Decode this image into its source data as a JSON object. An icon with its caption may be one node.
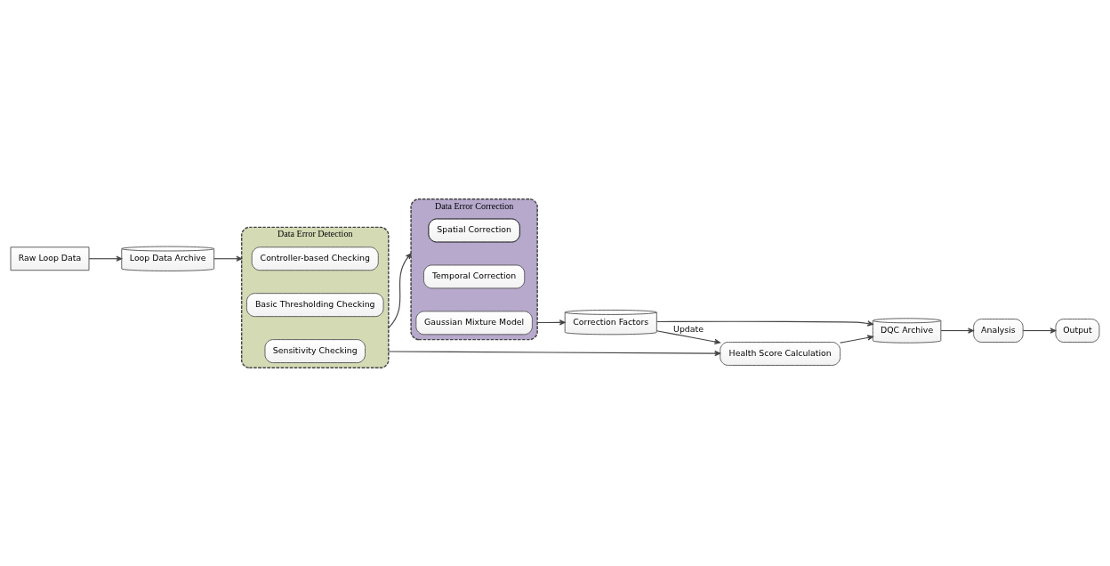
{
  "diagram": {
    "nodes": [
      {
        "text": [
          "Raw Loop Data"
        ]
      },
      {
        "text": [
          "Loop Data Archive"
        ]
      },
      {
        "text": [
          "Data Error Detection"
        ]
      },
      {
        "text": [
          "Controller-based Checking"
        ],
        "in": 2
      },
      {
        "text": [
          "Basic Thresholding Checking"
        ],
        "in": 2
      },
      {
        "text": [
          "Sensitivity Checking"
        ],
        "in": 2
      },
      {
        "text": [
          "Data Error Correction"
        ]
      },
      {
        "text": [
          "Spatial Correction"
        ],
        "in": 6
      },
      {
        "text": [
          "Temporal Correction"
        ],
        "in": 6
      },
      {
        "text": [
          "Gaussian Mixture Model"
        ],
        "in": 6
      },
      {
        "text": [
          "Output"
        ]
      },
      {
        "text": [
          "Analysis"
        ]
      },
      {
        "text": [
          "DQC Archive"
        ]
      },
      {
        "text": [
          "Health Score Calculation"
        ]
      },
      {
        "text": [
          "Correction Factors"
        ]
      }
    ],
    "edges": [
      {
        "from": 0,
        "to": 1,
        "arrow": "to"
      },
      {
        "from": 1,
        "to": 2,
        "arrow": "to"
      },
      {
        "from": 2,
        "to": 6,
        "arrow": "to"
      },
      {
        "from": 2,
        "to": 13,
        "arrow": "to"
      },
      {
        "from": 6,
        "to": 14,
        "arrow": "to"
      },
      {
        "from": 14,
        "to": 13,
        "label": "Update",
        "arrow": "to"
      },
      {
        "from": 13,
        "to": 12,
        "arrow": "to"
      },
      {
        "from": 12,
        "to": 11,
        "arrow": "to"
      },
      {
        "from": 11,
        "to": 10,
        "arrow": "to"
      },
      {
        "from": 14,
        "to": 12,
        "arrow": "to"
      }
    ]
  }
}
